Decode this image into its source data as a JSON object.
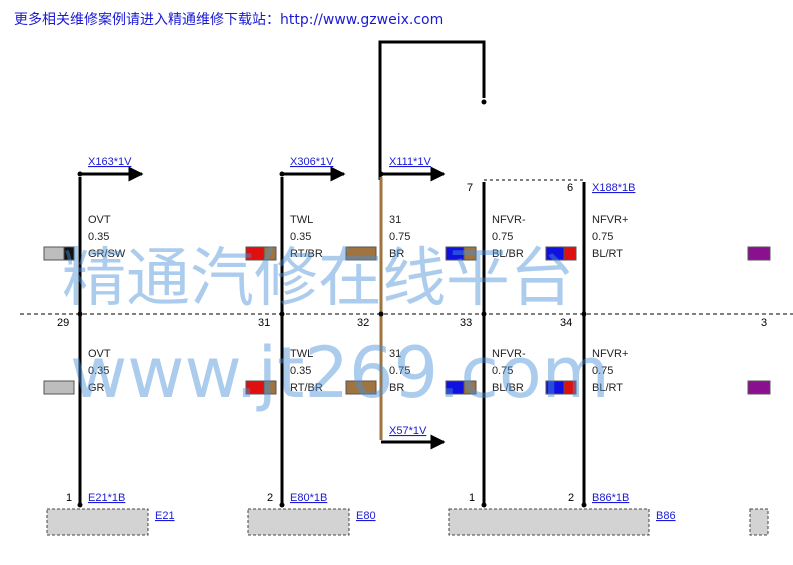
{
  "banner": "更多相关维修案例请进入精通维修下载站：http://www.gzweix.com",
  "watermark": {
    "line1": "精通汽修在线平台",
    "line2": "www.jt269.com"
  },
  "colors": {
    "wire_black": "#000000",
    "wire_brown": "#a0743f",
    "link_blue": "#1a1ad6",
    "watermark": "#4a90d9"
  },
  "connectors_top": [
    {
      "label": "X163*1V"
    },
    {
      "label": "X306*1V"
    },
    {
      "label": "X111*1V"
    },
    {
      "label": "X188*1B"
    }
  ],
  "top_pins": {
    "p7": "7",
    "p6": "6"
  },
  "upper_wires": [
    {
      "name": "OVT",
      "size": "0.35",
      "color": "GR/SW"
    },
    {
      "name": "TWL",
      "size": "0.35",
      "color": "RT/BR"
    },
    {
      "name": "31",
      "size": "0.75",
      "color": "BR"
    },
    {
      "name": "NFVR-",
      "size": "0.75",
      "color": "BL/BR"
    },
    {
      "name": "NFVR+",
      "size": "0.75",
      "color": "BL/RT"
    }
  ],
  "splice_pins": [
    "29",
    "31",
    "32",
    "33",
    "34",
    "3"
  ],
  "lower_wires": [
    {
      "name": "OVT",
      "size": "0.35",
      "color": "GR"
    },
    {
      "name": "TWL",
      "size": "0.35",
      "color": "RT/BR"
    },
    {
      "name": "31",
      "size": "0.75",
      "color": "BR"
    },
    {
      "name": "NFVR-",
      "size": "0.75",
      "color": "BL/BR"
    },
    {
      "name": "NFVR+",
      "size": "0.75",
      "color": "BL/RT"
    }
  ],
  "branch_connector": {
    "label": "X57*1V"
  },
  "bottom_pins": [
    {
      "pin": "1",
      "connector": "E21*1B"
    },
    {
      "pin": "2",
      "connector": "E80*1B"
    },
    {
      "pin": "1",
      "connector": ""
    },
    {
      "pin": "2",
      "connector": "B86*1B"
    }
  ],
  "components": [
    {
      "label": "E21"
    },
    {
      "label": "E80"
    },
    {
      "label": "B86"
    }
  ]
}
